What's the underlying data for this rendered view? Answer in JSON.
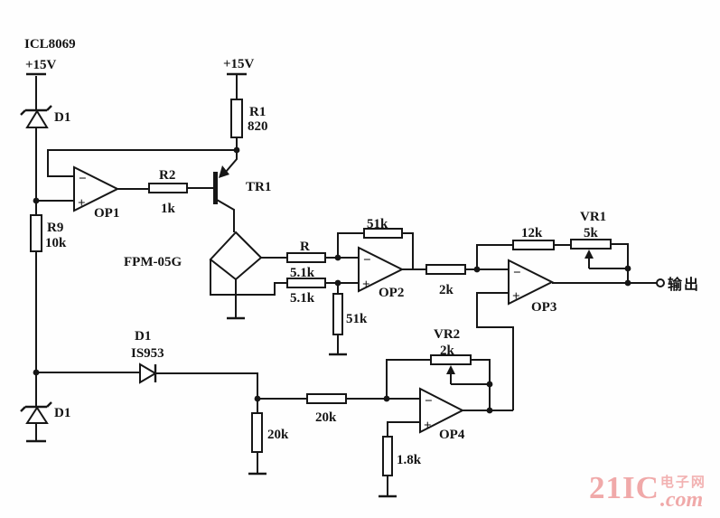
{
  "schematic": {
    "reference_ic": "ICL8069",
    "supply_left": "+15V",
    "supply_mid": "+15V",
    "sensor": "FPM-05G",
    "output_terminal": "输出"
  },
  "components": {
    "zener_top": {
      "name": "D1"
    },
    "zener_bottom": {
      "name": "D1"
    },
    "diode": {
      "name": "D1",
      "value": "IS953"
    },
    "r1": {
      "name": "R1",
      "value": "820"
    },
    "r2": {
      "name": "R2",
      "value": "1k"
    },
    "r9": {
      "name": "R9",
      "value": "10k"
    },
    "r_bridge_top": {
      "name": "R",
      "value": "5.1k"
    },
    "r_bridge_bottom": {
      "value": "5.1k"
    },
    "r_op2_feedback": {
      "value": "51k"
    },
    "r_op2_ground": {
      "value": "51k"
    },
    "r_op3_input": {
      "value": "2k"
    },
    "r_op3_feedback": {
      "value": "12k"
    },
    "vr1": {
      "name": "VR1",
      "value": "5k"
    },
    "vr2": {
      "name": "VR2",
      "value": "2k"
    },
    "r_op4_input": {
      "value": "20k"
    },
    "r_shunt_20k": {
      "value": "20k"
    },
    "r_op4_ground": {
      "value": "1.8k"
    },
    "tr1": {
      "name": "TR1"
    },
    "op1": {
      "name": "OP1"
    },
    "op2": {
      "name": "OP2"
    },
    "op3": {
      "name": "OP3"
    },
    "op4": {
      "name": "OP4"
    }
  },
  "symbols": {
    "minus": "−",
    "plus": "+"
  },
  "watermark": {
    "brand": "21IC",
    "site": "电子网",
    "suffix": ".com",
    "color": "#f0a9a9"
  }
}
